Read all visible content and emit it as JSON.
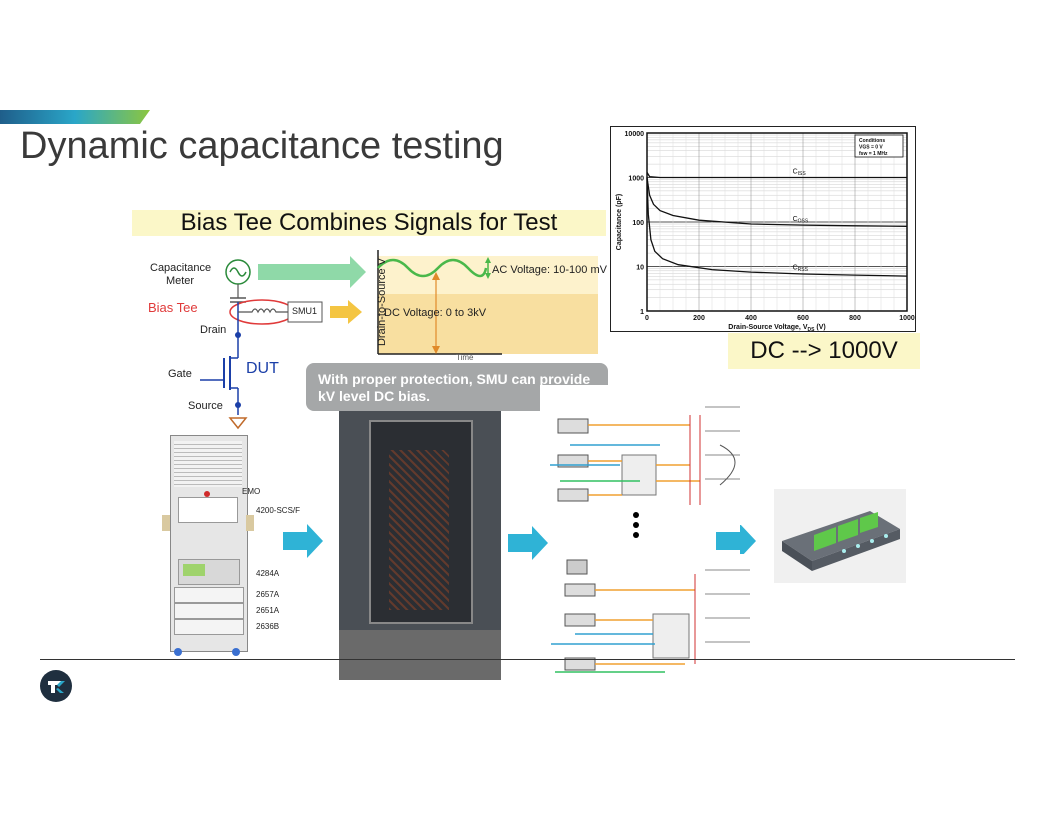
{
  "slide": {
    "title": "Dynamic capacitance testing",
    "bias_tee_title": "Bias Tee Combines Signals for Test",
    "dc_label": "DC --> 1000V",
    "callout": "With proper protection, SMU can provide kV level DC bias."
  },
  "circuit": {
    "capacitance_meter": "Capacitance Meter",
    "bias_tee": "Bias Tee",
    "smu": "SMU1",
    "drain": "Drain",
    "gate": "Gate",
    "source": "Source",
    "dut": "DUT",
    "y_axis": "Drain-to-Source V",
    "ac_voltage": "AC Voltage: 10-100 mV",
    "dc_voltage": "DC Voltage: 0 to 3kV",
    "time": "Time"
  },
  "rack": {
    "labels": [
      "EMO",
      "4200-SCS/F",
      "4284A",
      "2657A",
      "2651A",
      "2636B"
    ]
  },
  "chart_data": {
    "type": "line",
    "xlabel": "Drain-Source Voltage, V",
    "xlabel_sub": "DS",
    "xlabel_unit": "(V)",
    "ylabel": "Capacitance (pF)",
    "x_ticks": [
      "0",
      "200",
      "400",
      "600",
      "800",
      "1000"
    ],
    "y_ticks": [
      "1",
      "10",
      "100",
      "1000",
      "10000"
    ],
    "xlim": [
      0,
      1000
    ],
    "ylim": [
      1,
      10000
    ],
    "yscale": "log",
    "grid": true,
    "conditions": [
      "Conditions",
      "V",
      "f"
    ],
    "conditions_full": [
      "Conditions",
      "VGS = 0 V",
      "fsw = 1 MHz"
    ],
    "series": [
      {
        "name": "CISS",
        "x": [
          0,
          10,
          50,
          100,
          200,
          400,
          600,
          800,
          1000
        ],
        "y": [
          1300,
          1050,
          1000,
          1000,
          1000,
          1000,
          1000,
          1000,
          1000
        ]
      },
      {
        "name": "COSS",
        "x": [
          0,
          10,
          25,
          50,
          100,
          200,
          400,
          600,
          800,
          1000
        ],
        "y": [
          1000,
          400,
          250,
          180,
          140,
          110,
          90,
          85,
          82,
          80
        ]
      },
      {
        "name": "CRSS",
        "x": [
          0,
          5,
          15,
          30,
          60,
          120,
          250,
          400,
          600,
          800,
          1000
        ],
        "y": [
          1000,
          150,
          40,
          22,
          15,
          11,
          8.5,
          7.5,
          6.8,
          6.4,
          6.1
        ]
      }
    ]
  }
}
